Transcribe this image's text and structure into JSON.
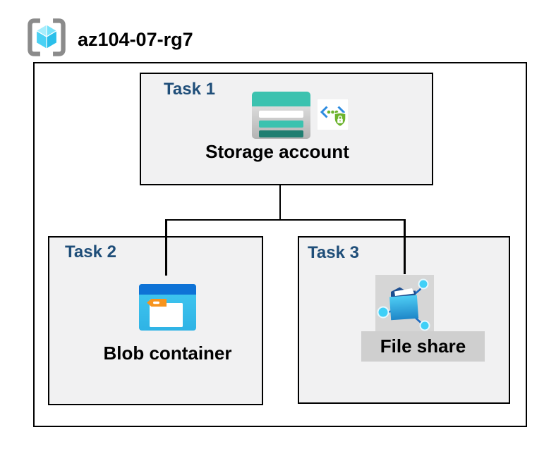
{
  "header": {
    "resource_group_name": "az104-07-rg7"
  },
  "tasks": {
    "task1": {
      "label": "Task 1",
      "item": "Storage account"
    },
    "task2": {
      "label": "Task 2",
      "item": "Blob container"
    },
    "task3": {
      "label": "Task 3",
      "item": "File share"
    }
  },
  "connections": [
    {
      "from": "Storage account",
      "to": "Blob container"
    },
    {
      "from": "Storage account",
      "to": "File share"
    }
  ],
  "icons": {
    "resource-group-icon": "gray square brackets enclosing cyan cube",
    "storage-account-icon": "teal striped table card",
    "shared-access-signature-icon": "blue angle brackets, green dots, green shield with lock",
    "blob-container-icon": "blue window with white folder and orange tag",
    "file-share-icon": "blue open folder with network nodes on gray square"
  },
  "colors": {
    "navy": "#1f4e79",
    "border_black": "#000000",
    "box_fill": "#f1f1f2",
    "teal": "#3bc2af",
    "teal_dark": "#1f7e71",
    "blob_bar_blue": "#0e72d6",
    "blob_body_top": "#41c8f1",
    "blob_body_bottom": "#2fb3e5",
    "tag_orange": "#f7941e",
    "sas_blue": "#2e8ce0",
    "sas_green": "#6cb32d",
    "fs_bg_gray": "#d6d6d6",
    "fs_label_gray": "#cfcfcf",
    "fs_navy": "#1d4f91",
    "fs_front_top": "#4ecdf4",
    "fs_front_bottom": "#1e86c8",
    "node_cyan": "#3fd0f7",
    "fs_stem_blue": "#1b6ac1",
    "rg_bracket_gray": "#8b8b8b",
    "rg_cube_1": "#a6edfc",
    "rg_cube_2": "#77e2f9",
    "rg_cube_3": "#4ad1f4",
    "rg_cube_4": "#2abfea"
  }
}
